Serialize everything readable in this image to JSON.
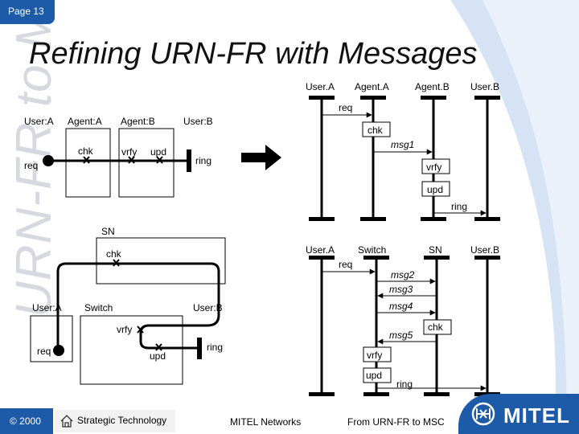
{
  "header": {
    "page_label": "Page 13",
    "title": "Refining URN-FR with Messages",
    "side_watermark": "URN-FR to MSC"
  },
  "left_top": {
    "entities": [
      "User:A",
      "Agent:A",
      "Agent:B",
      "User:B"
    ],
    "labels": {
      "req": "req",
      "chk": "chk",
      "vrfy": "vrfy",
      "upd": "upd",
      "ring": "ring"
    }
  },
  "msc_top": {
    "instances": [
      "User.A",
      "Agent.A",
      "Agent.B",
      "User.B"
    ],
    "messages": [
      "req",
      "chk",
      "msg1",
      "vrfy",
      "upd",
      "ring"
    ]
  },
  "left_bottom": {
    "entities": [
      "SN",
      "User:A",
      "Switch",
      "User:B"
    ],
    "labels": {
      "chk": "chk",
      "req": "req",
      "vrfy": "vrfy",
      "upd": "upd",
      "ring": "ring"
    }
  },
  "msc_bottom": {
    "instances": [
      "User.A",
      "Switch",
      "SN",
      "User.B"
    ],
    "messages": [
      "req",
      "msg2",
      "msg3",
      "msg4",
      "chk",
      "msg5",
      "vrfy",
      "upd",
      "ring"
    ]
  },
  "footer": {
    "copyright": "© 2000",
    "strategic": "Strategic Technology",
    "company": "MITEL Networks",
    "course": "From URN-FR to MSC",
    "logo": "MITEL"
  },
  "colors": {
    "brand_blue": "#1d5aa8",
    "swoosh": "#d6e3f5",
    "watermark": "#d8d8e0"
  }
}
